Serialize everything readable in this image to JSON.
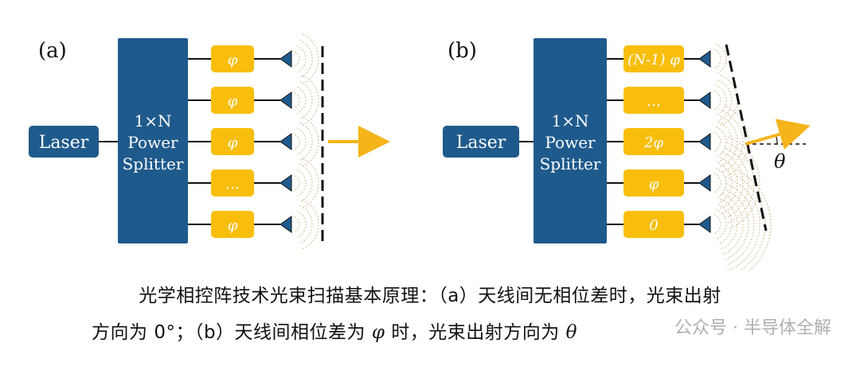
{
  "panel_a": {
    "label": "(a)",
    "laser": "Laser",
    "splitter": [
      "1×N",
      "Power",
      "Splitter"
    ],
    "phases": [
      "φ",
      "φ",
      "φ",
      "…",
      "φ"
    ]
  },
  "panel_b": {
    "label": "(b)",
    "laser": "Laser",
    "splitter": [
      "1×N",
      "Power",
      "Splitter"
    ],
    "phases": [
      "(N-1) φ",
      "…",
      "2φ",
      "φ",
      "0"
    ],
    "angle": "θ"
  },
  "caption": {
    "line1": "光学相控阵技术光束扫描基本原理：（a）天线间无相位差时，光束出射",
    "line2_part1": "方向为 0°；（b）天线间相位差为 ",
    "line2_phi": "φ",
    "line2_part2": " 时，光束出射方向为 ",
    "line2_theta": "θ"
  },
  "watermark": "公众号 · 半导体全解",
  "colors": {
    "blue": "#1f5a8c",
    "yellow": "#f8be0b",
    "arrow": "#f4b41a",
    "wave": "#d8c9a4"
  }
}
